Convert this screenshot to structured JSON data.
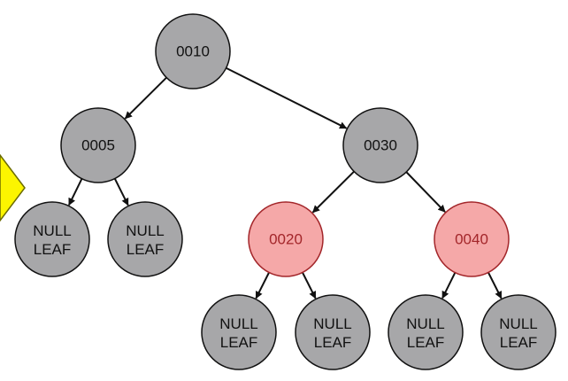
{
  "colors": {
    "black_node_fill": "#a7a7a9",
    "red_node_fill": "#f5a8a8",
    "red_node_stroke": "#a3262a",
    "red_text": "#a3262a",
    "black_text": "#111111",
    "edge": "#111111",
    "marker_fill": "#fcf500",
    "marker_stroke": "#6b6b00"
  },
  "tree": {
    "nodes": [
      {
        "id": "n0010",
        "label": "0010",
        "color": "black"
      },
      {
        "id": "n0005",
        "label": "0005",
        "color": "black"
      },
      {
        "id": "n0030",
        "label": "0030",
        "color": "black"
      },
      {
        "id": "n0020",
        "label": "0020",
        "color": "red"
      },
      {
        "id": "n0040",
        "label": "0040",
        "color": "red"
      }
    ],
    "leaves": [
      {
        "id": "leaf1",
        "line1": "NULL",
        "line2": "LEAF"
      },
      {
        "id": "leaf2",
        "line1": "NULL",
        "line2": "LEAF"
      },
      {
        "id": "leaf3",
        "line1": "NULL",
        "line2": "LEAF"
      },
      {
        "id": "leaf4",
        "line1": "NULL",
        "line2": "LEAF"
      },
      {
        "id": "leaf5",
        "line1": "NULL",
        "line2": "LEAF"
      },
      {
        "id": "leaf6",
        "line1": "NULL",
        "line2": "LEAF"
      }
    ],
    "edges": [
      {
        "from": "n0010",
        "to": "n0005"
      },
      {
        "from": "n0010",
        "to": "n0030"
      },
      {
        "from": "n0005",
        "to": "leaf1"
      },
      {
        "from": "n0005",
        "to": "leaf2"
      },
      {
        "from": "n0030",
        "to": "n0020"
      },
      {
        "from": "n0030",
        "to": "n0040"
      },
      {
        "from": "n0020",
        "to": "leaf3"
      },
      {
        "from": "n0020",
        "to": "leaf4"
      },
      {
        "from": "n0040",
        "to": "leaf5"
      },
      {
        "from": "n0040",
        "to": "leaf6"
      }
    ]
  }
}
